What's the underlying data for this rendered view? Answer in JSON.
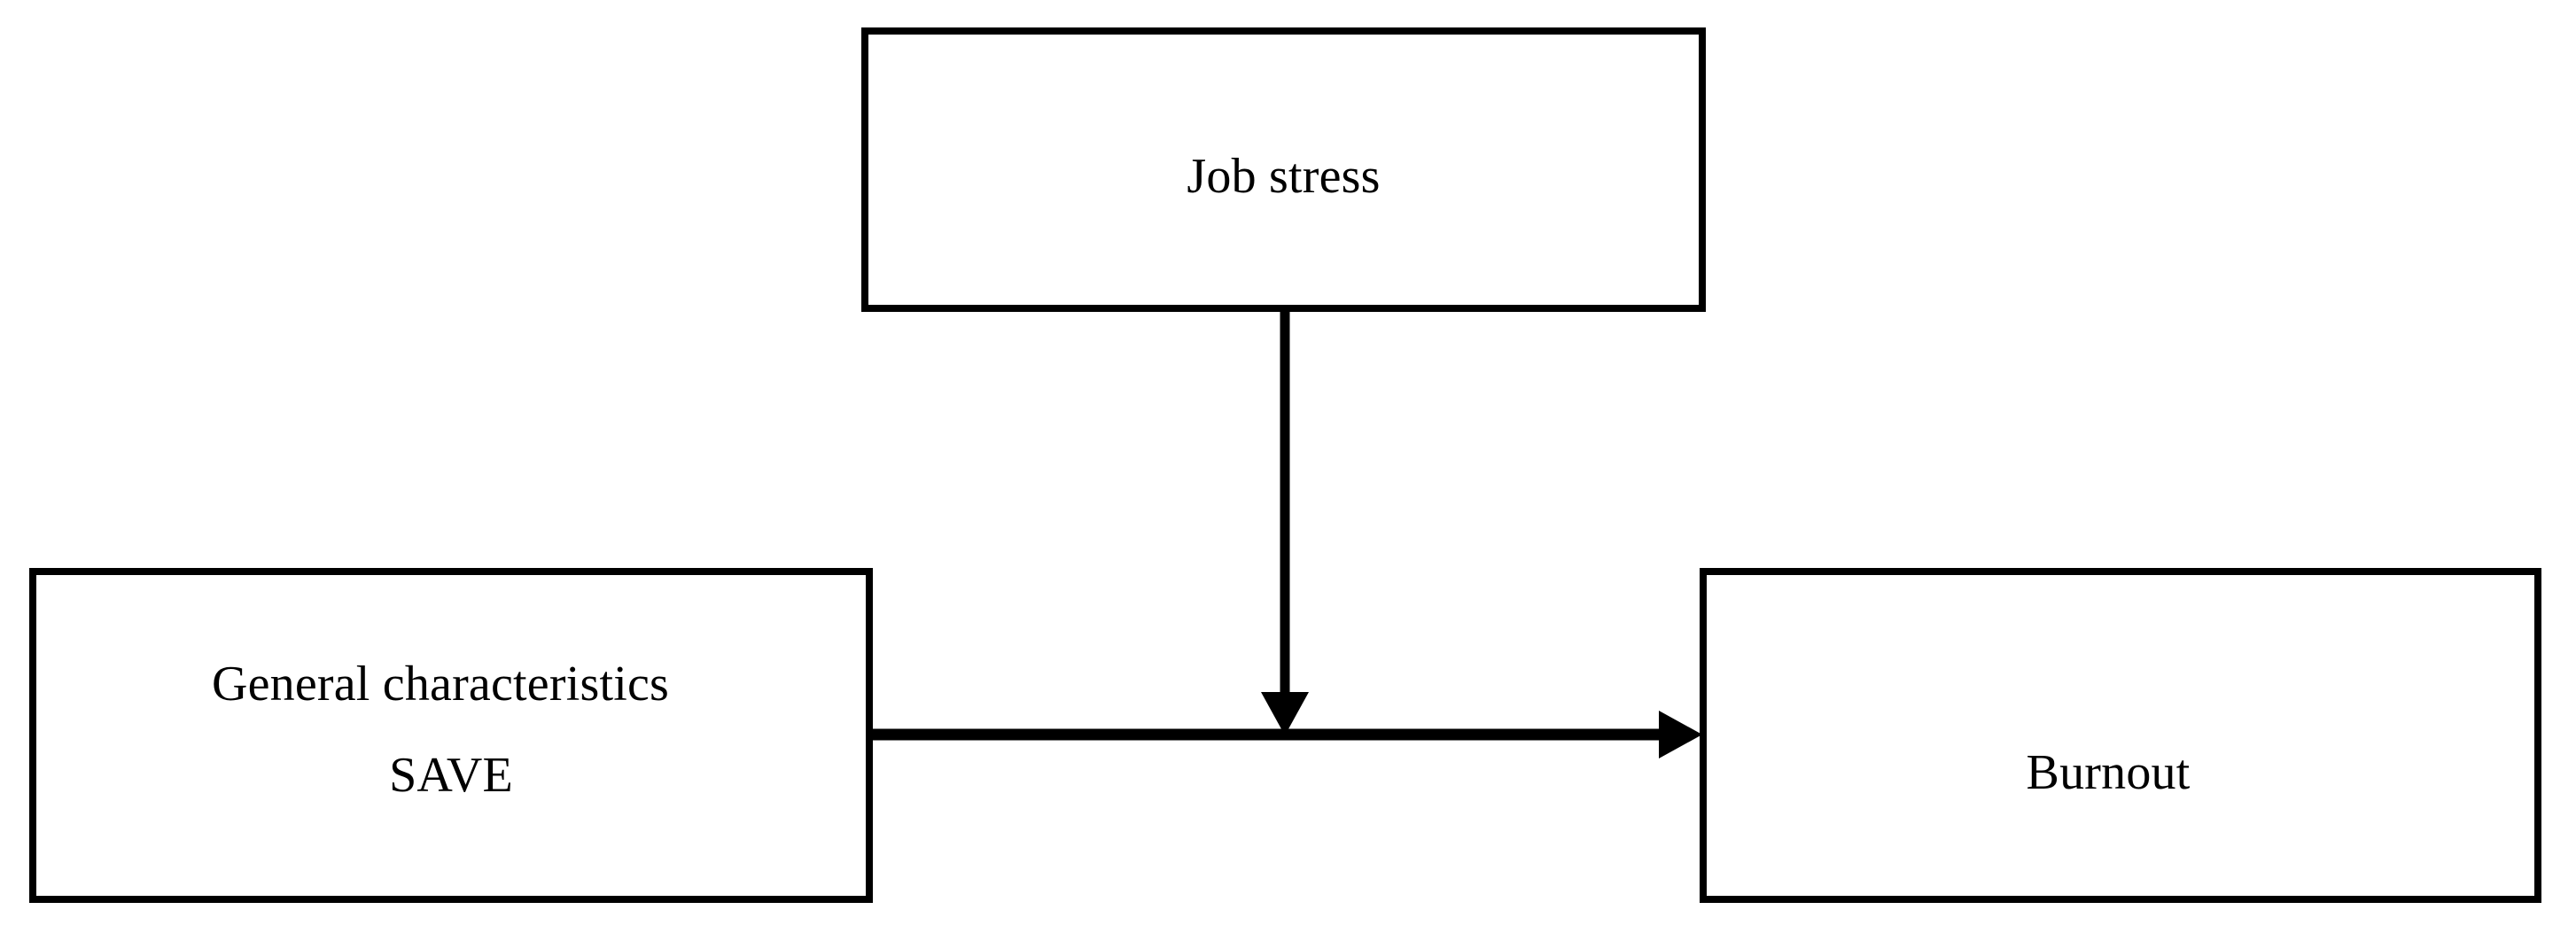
{
  "diagram": {
    "title": "Conceptual framework diagram",
    "background_color": "#ffffff",
    "line_color": "#000000",
    "nodes": {
      "job_stress": {
        "label": "Job stress"
      },
      "general_characteristics": {
        "line1": "General characteristics",
        "line2": "SAVE"
      },
      "burnout": {
        "label": "Burnout"
      }
    },
    "edges": {
      "moderator_arrow": {
        "from": "job_stress",
        "to": "general_characteristics-to-burnout-path",
        "label": "",
        "direction": "down"
      },
      "main_arrow": {
        "from": "general_characteristics",
        "to": "burnout",
        "label": "",
        "direction": "right"
      }
    }
  }
}
